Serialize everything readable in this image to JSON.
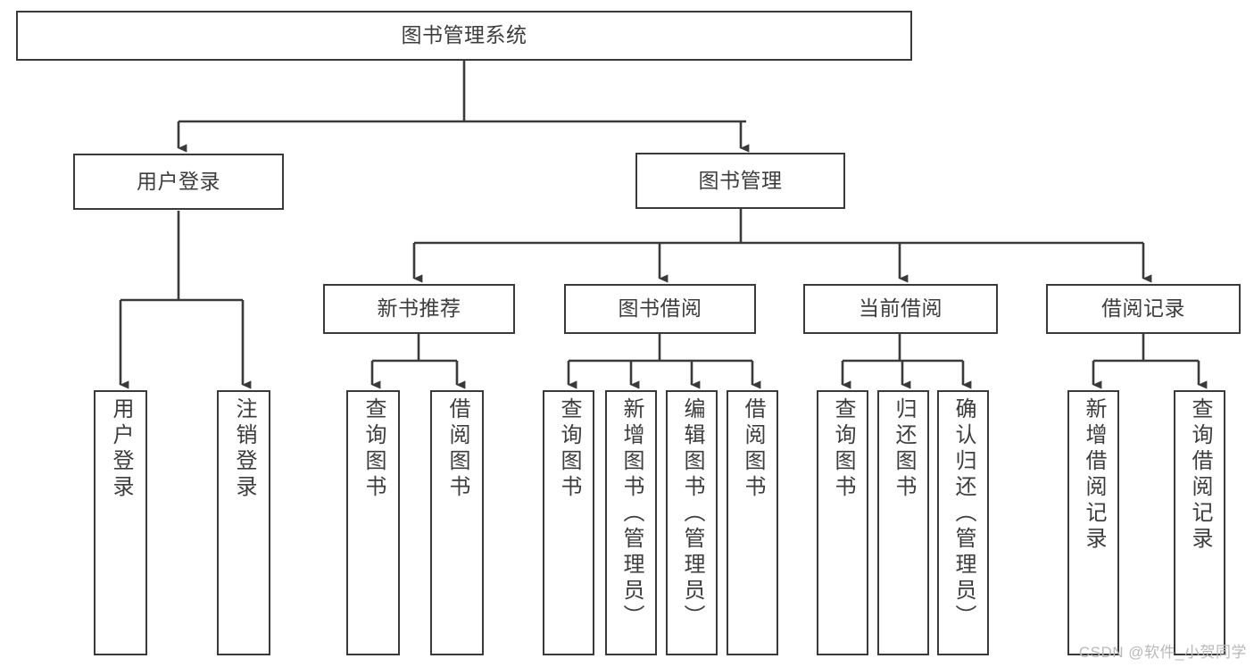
{
  "diagram": {
    "type": "hierarchy-tree",
    "title": "图书管理系统",
    "root": {
      "label": "图书管理系统"
    },
    "level2": [
      {
        "label": "用户登录"
      },
      {
        "label": "图书管理"
      }
    ],
    "level3": [
      {
        "label": "新书推荐"
      },
      {
        "label": "图书借阅"
      },
      {
        "label": "当前借阅"
      },
      {
        "label": "借阅记录"
      }
    ],
    "leaves": {
      "user_login": [
        {
          "label": "用户登录"
        },
        {
          "label": "注销登录"
        }
      ],
      "new_book_recommend": [
        {
          "label": "查询图书"
        },
        {
          "label": "借阅图书"
        }
      ],
      "book_borrow": [
        {
          "label": "查询图书"
        },
        {
          "label": "新增图书（管理员）"
        },
        {
          "label": "编辑图书（管理员）"
        },
        {
          "label": "借阅图书"
        }
      ],
      "current_borrow": [
        {
          "label": "查询图书"
        },
        {
          "label": "归还图书"
        },
        {
          "label": "确认归还（管理员）"
        }
      ],
      "borrow_record": [
        {
          "label": "新增借阅记录"
        },
        {
          "label": "查询借阅记录"
        }
      ]
    }
  },
  "watermark": {
    "text": "CSDN @软件_小贺同学"
  },
  "colors": {
    "stroke": "#3a3a3a",
    "text": "#3d3d3d",
    "background": "#ffffff",
    "watermark": "#b9b9b9"
  }
}
